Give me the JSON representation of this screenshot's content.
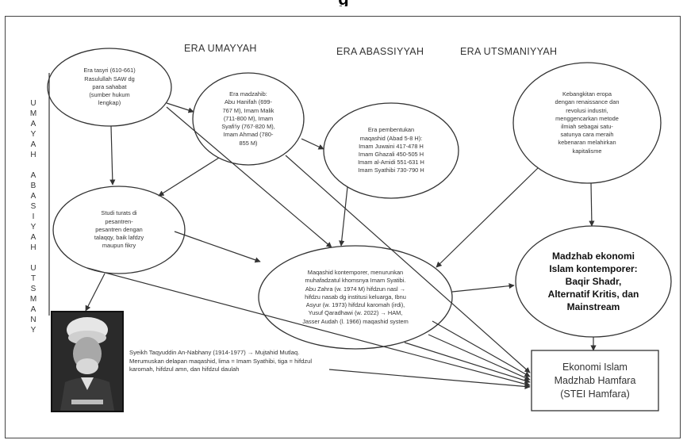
{
  "header": {
    "title_partial": "g"
  },
  "eras": {
    "umayyah": "ERA UMAYYAH",
    "abassiyyah": "ERA ABASSIYYAH",
    "utsmaniyyah": "ERA UTSMANIYYAH"
  },
  "vertical_label": [
    "U",
    "M",
    "A",
    "Y",
    "A",
    "H",
    "",
    "A",
    "B",
    "A",
    "S",
    "I",
    "Y",
    "A",
    "H",
    "",
    "U",
    "T",
    "S",
    "M",
    "A",
    "N",
    "Y"
  ],
  "nodes": {
    "tasyri": "Era tasyri (610-661)\nRasulullah SAW dg\npara sahabat\n(sumber hukum\nlengkap)",
    "madzahib": "Era madzahib:\nAbu Hanifah (699-\n767 M), Imam Malik\n(711-800 M), Imam\nSyafi'iy (767-820 M),\nImam Ahmad (780-\n855 M)",
    "maqashid_formation": "Era pembentukan\nmaqashid (Abad 5-8 H):\nImam Juwaini 417-478 H\nImam Ghazali 450-505 H\nImam al-Amidi 551-631 H\nImam Syathibi 730-790 H",
    "renaissance": "Kebangkitan eropa\ndengan renaissance dan\nrevolusi industri,\nmenggencarkan metode\nilmiah sebagai satu-\nsatunya cara meraih\nkebenaran melahirkan\nkapitalisme",
    "turats": "Studi turats di\npesantren-\npesantren dengan\ntalaqqy, baik lafdzy\nmaupun fikry",
    "kontemporer": "Maqashid kontemporer, menurunkan\nmuhafadzatul khomsnya Imam Syatibi.\nAbu Zahra (w. 1974 M) hifdzun nasl →\nhifdzu nasab dg institusi keluarga, Ibnu\nAsyur (w. 1973) hifdzul karomah (irdi),\nYusuf Qaradhawi (w. 2022) → HAM,\nJasser Audah (l. 1966) maqashid system",
    "madzhab_ekonomi": "Madzhab ekonomi\nIslam kontemporer:\nBaqir Shadr,\nAlternatif Kritis, dan\nMainstream",
    "hamfara": "Ekonomi Islam\nMadzhab Hamfara\n(STEI Hamfara)"
  },
  "caption": "Syeikh Taqyuddin An-Nabhany (1914-1977) → Mujtahid Mutlaq. Merumuskan delapan maqashid, lima = Imam Syathibi, tiga = hifdzul karomah, hifdzul amn, dan hifdzul daulah",
  "photo": {
    "icon": "portrait-photo-icon"
  },
  "colors": {
    "stroke": "#333333",
    "background": "#ffffff"
  }
}
